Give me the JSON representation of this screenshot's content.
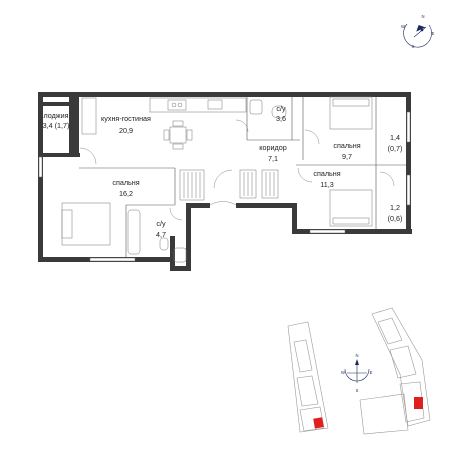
{
  "rooms": [
    {
      "key": "loggia",
      "name": "лоджия",
      "area": "3,4 (1,7)"
    },
    {
      "key": "kitchen",
      "name": "кухня-гостиная",
      "area": "20,9"
    },
    {
      "key": "bath1",
      "name": "с/у",
      "area": "3,6"
    },
    {
      "key": "corridor",
      "name": "коридор",
      "area": "7,1"
    },
    {
      "key": "bedroom1",
      "name": "спальня",
      "area": "9,7"
    },
    {
      "key": "balcony1",
      "name": "",
      "area": "1,4 (0,7)"
    },
    {
      "key": "bedroom2",
      "name": "спальня",
      "area": "16,2"
    },
    {
      "key": "bedroom3",
      "name": "спальня",
      "area": "11,3"
    },
    {
      "key": "balcony2",
      "name": "",
      "area": "1,2 (0,6)"
    },
    {
      "key": "bath2",
      "name": "с/у",
      "area": "4,7"
    }
  ],
  "compass": {
    "top": {
      "letters": [
        "N",
        "W",
        "S",
        "E"
      ]
    },
    "bottom": {
      "letters": [
        "N",
        "W",
        "S",
        "E"
      ]
    }
  },
  "highlight_color": "#e0201f",
  "wall_color": "#3a3a3a",
  "compass_color": "#1a2a5a"
}
